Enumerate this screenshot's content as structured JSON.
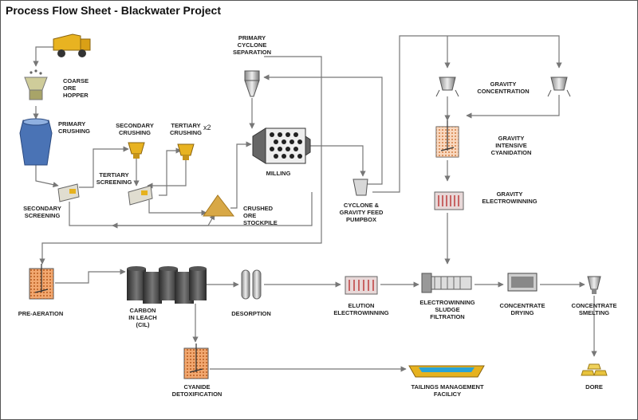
{
  "title": "Process Flow Sheet - Blackwater Project",
  "labels": {
    "coarse_ore_hopper": "COARSE\nORE\nHOPPER",
    "primary_crushing": "PRIMARY\nCRUSHING",
    "secondary_crushing": "SECONDARY\nCRUSHING",
    "tertiary_crushing": "TERTIARY\nCRUSHING",
    "tertiary_multiplier": "x2",
    "tertiary_screening": "TERTIARY\nSCREENING",
    "secondary_screening": "SECONDARY\nSCREENING",
    "crushed_ore_stockpile": "CRUSHED\nORE\nSTOCKPILE",
    "primary_cyclone_separation": "PRIMARY\nCYCLONE\nSEPARATION",
    "milling": "MILLING",
    "cyclone_gravity_feed_pumpbox": "CYCLONE &\nGRAVITY FEED\nPUMPBOX",
    "gravity_concentration": "GRAVITY\nCONCENTRATION",
    "gravity_intensive_cyanidation": "GRAVITY\nINTENSIVE\nCYANIDATION",
    "gravity_electrowinning": "GRAVITY\nELECTROWINNING",
    "pre_aeration": "PRE-AERATION",
    "carbon_in_leach": "CARBON\nIN LEACH\n(CIL)",
    "desorption": "DESORPTION",
    "elution_electrowinning": "ELUTION\nELECTROWINNING",
    "electrowinning_sludge_filtration": "ELECTROWINNING\nSLUDGE\nFILTRATION",
    "concentrate_drying": "CONCENTRATE\nDRYING",
    "concentrate_smelting": "CONCENTRATE\nSMELTING",
    "cyanide_detoxification": "CYANIDE\nDETOXIFICATION",
    "tailings_management_facility": "TAILINGS MANAGEMENT\nFACILICY",
    "dore": "DORE"
  }
}
